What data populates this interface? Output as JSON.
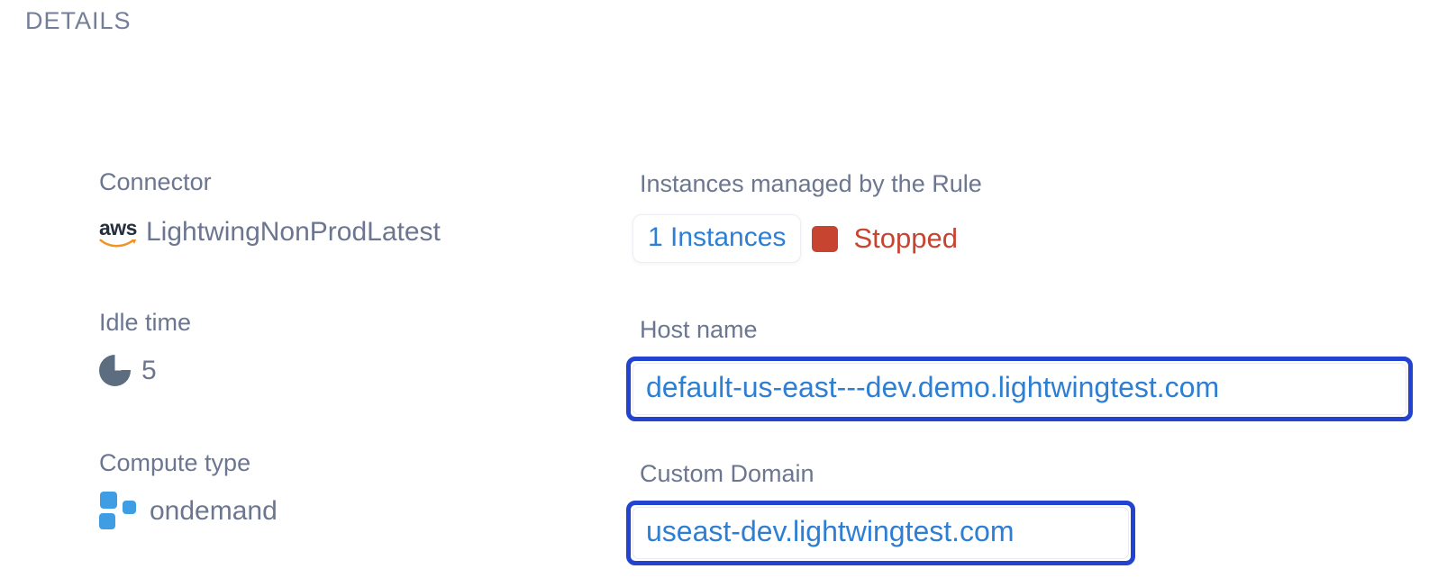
{
  "page": {
    "title": "DETAILS"
  },
  "colors": {
    "details_gray": "#747e97",
    "label_gray": "#6c7690",
    "link_blue": "#2e7fd4",
    "highlight_blue": "#2143cf",
    "status_red": "#c74431",
    "compute_blue": "#3f9ee3",
    "pie_slate": "#5c6d80",
    "aws_navy": "#252f3e",
    "aws_orange": "#ef9421"
  },
  "icons": {
    "aws_logo_text": "aws",
    "idle_icon": "pie-chart-icon",
    "compute_icon": "compute-squares-icon",
    "status_icon": "stopped-square-icon"
  },
  "fields": {
    "connector": {
      "label": "Connector",
      "value": "LightwingNonProdLatest"
    },
    "idle_time": {
      "label": "Idle time",
      "value": "5"
    },
    "compute_type": {
      "label": "Compute type",
      "value": "ondemand"
    },
    "instances": {
      "label": "Instances managed by the Rule",
      "count_link": "1 Instances",
      "status": "Stopped"
    },
    "host_name": {
      "label": "Host name",
      "value": "default-us-east---dev.demo.lightwingtest.com"
    },
    "custom_domain": {
      "label": "Custom Domain",
      "value": "useast-dev.lightwingtest.com"
    }
  }
}
